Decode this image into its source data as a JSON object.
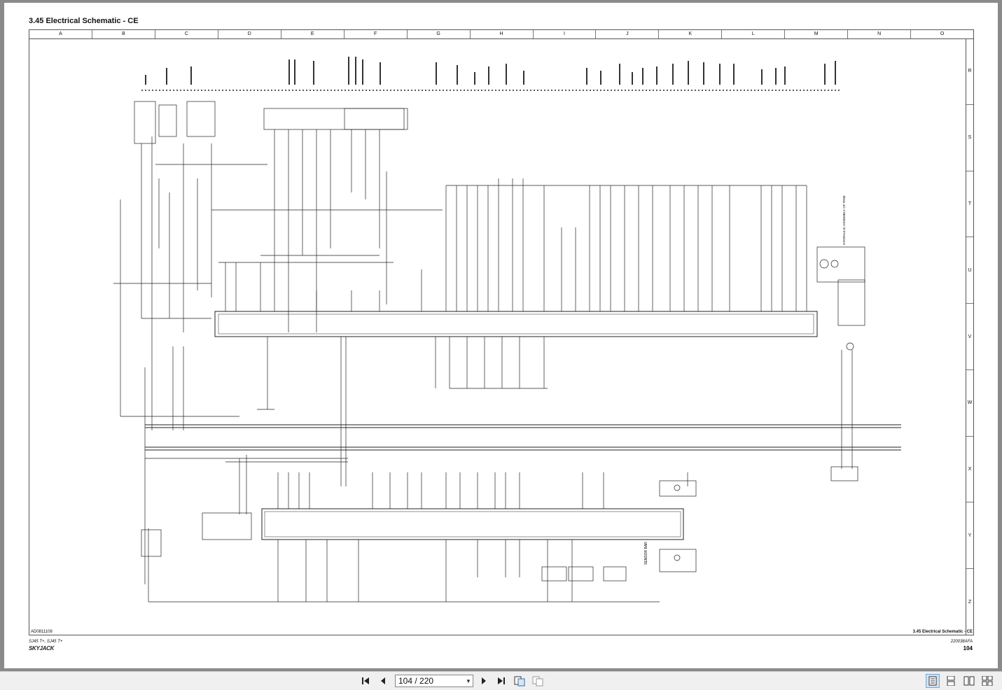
{
  "document": {
    "section_title": "3.45  Electrical Schematic - CE",
    "columns": [
      "A",
      "B",
      "C",
      "D",
      "E",
      "F",
      "G",
      "H",
      "I",
      "J",
      "K",
      "L",
      "M",
      "N",
      "O"
    ],
    "rows": [
      "R",
      "S",
      "T",
      "U",
      "V",
      "W",
      "X",
      "Y",
      "Z"
    ],
    "footer": {
      "drawing_ref": "AD0811108",
      "section_ref": "3.45  Electrical Schematic - CE",
      "models": "SJ45 T+, SJ45 T+",
      "doc_number": "220038AFA",
      "page_number": "104",
      "logo_text": "SKYJACK"
    },
    "schematic_labels": {
      "sensor_bar": "SENSOR BAR",
      "hydraulic": "HYDRAULIC ASSEMBLY OF TRIM"
    }
  },
  "viewer": {
    "page_indicator": "104 / 220",
    "icons": {
      "first": "first-page-icon",
      "prev": "prev-page-icon",
      "next": "next-page-icon",
      "last": "last-page-icon",
      "rotate": "rotate-icon",
      "copy": "copy-icon",
      "single": "single-page-icon",
      "continuous": "continuous-page-icon",
      "facing": "facing-page-icon",
      "facing_cont": "facing-continuous-icon"
    }
  }
}
